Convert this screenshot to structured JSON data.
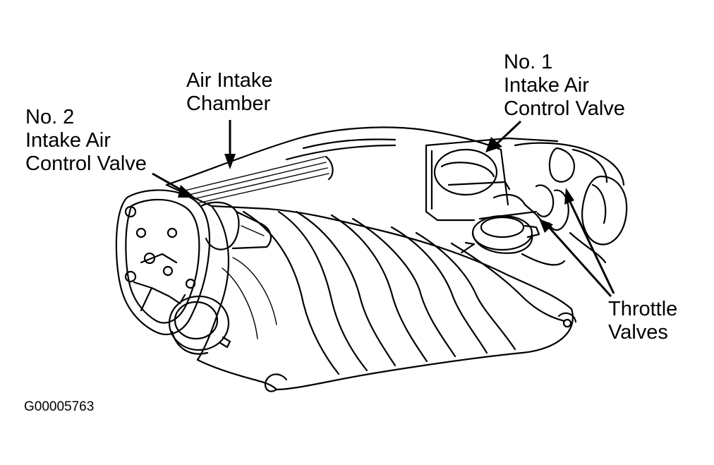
{
  "labels": {
    "air_intake_chamber": [
      "Air Intake",
      "Chamber"
    ],
    "no2_valve": [
      "No. 2",
      "Intake Air",
      "Control Valve"
    ],
    "no1_valve": [
      "No. 1",
      "Intake Air",
      "Control Valve"
    ],
    "throttle_valves": [
      "Throttle",
      "Valves"
    ]
  },
  "figure_code": "G00005763"
}
